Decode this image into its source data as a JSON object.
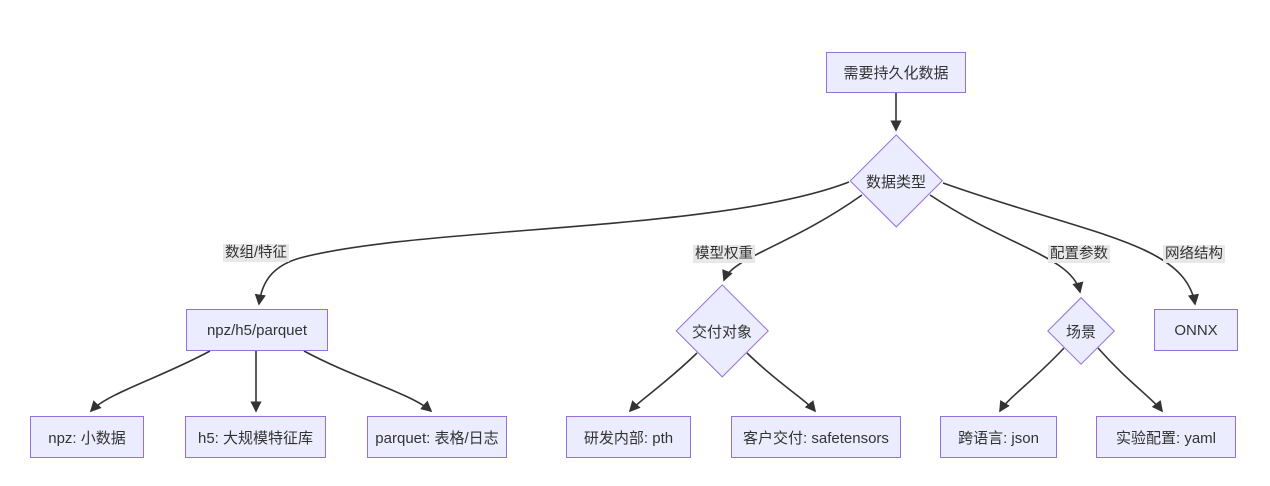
{
  "diagram": {
    "type": "flowchart",
    "direction": "top-down",
    "nodes": {
      "root": {
        "label": "需要持久化数据",
        "shape": "rect"
      },
      "dataType": {
        "label": "数据类型",
        "shape": "diamond"
      },
      "arrayFormats": {
        "label": "npz/h5/parquet",
        "shape": "rect"
      },
      "deliveryTarget": {
        "label": "交付对象",
        "shape": "diamond"
      },
      "scene": {
        "label": "场景",
        "shape": "diamond"
      },
      "onnx": {
        "label": "ONNX",
        "shape": "rect"
      },
      "npz": {
        "label": "npz: 小数据",
        "shape": "rect"
      },
      "h5": {
        "label": "h5: 大规模特征库",
        "shape": "rect"
      },
      "parquet": {
        "label": "parquet: 表格/日志",
        "shape": "rect"
      },
      "pth": {
        "label": "研发内部: pth",
        "shape": "rect"
      },
      "safetensors": {
        "label": "客户交付: safetensors",
        "shape": "rect"
      },
      "json": {
        "label": "跨语言: json",
        "shape": "rect"
      },
      "yaml": {
        "label": "实验配置: yaml",
        "shape": "rect"
      }
    },
    "edges": [
      {
        "from": "root",
        "to": "dataType",
        "label": ""
      },
      {
        "from": "dataType",
        "to": "arrayFormats",
        "label": "数组/特征"
      },
      {
        "from": "dataType",
        "to": "deliveryTarget",
        "label": "模型权重"
      },
      {
        "from": "dataType",
        "to": "scene",
        "label": "配置参数"
      },
      {
        "from": "dataType",
        "to": "onnx",
        "label": "网络结构"
      },
      {
        "from": "arrayFormats",
        "to": "npz",
        "label": ""
      },
      {
        "from": "arrayFormats",
        "to": "h5",
        "label": ""
      },
      {
        "from": "arrayFormats",
        "to": "parquet",
        "label": ""
      },
      {
        "from": "deliveryTarget",
        "to": "pth",
        "label": ""
      },
      {
        "from": "deliveryTarget",
        "to": "safetensors",
        "label": ""
      },
      {
        "from": "scene",
        "to": "json",
        "label": ""
      },
      {
        "from": "scene",
        "to": "yaml",
        "label": ""
      }
    ],
    "colors": {
      "node_fill": "#ECECFF",
      "node_border": "#9370DB",
      "edge_stroke": "#333333",
      "edge_label_bg": "#e8e8e8",
      "text": "#333333",
      "background": "#ffffff"
    }
  }
}
